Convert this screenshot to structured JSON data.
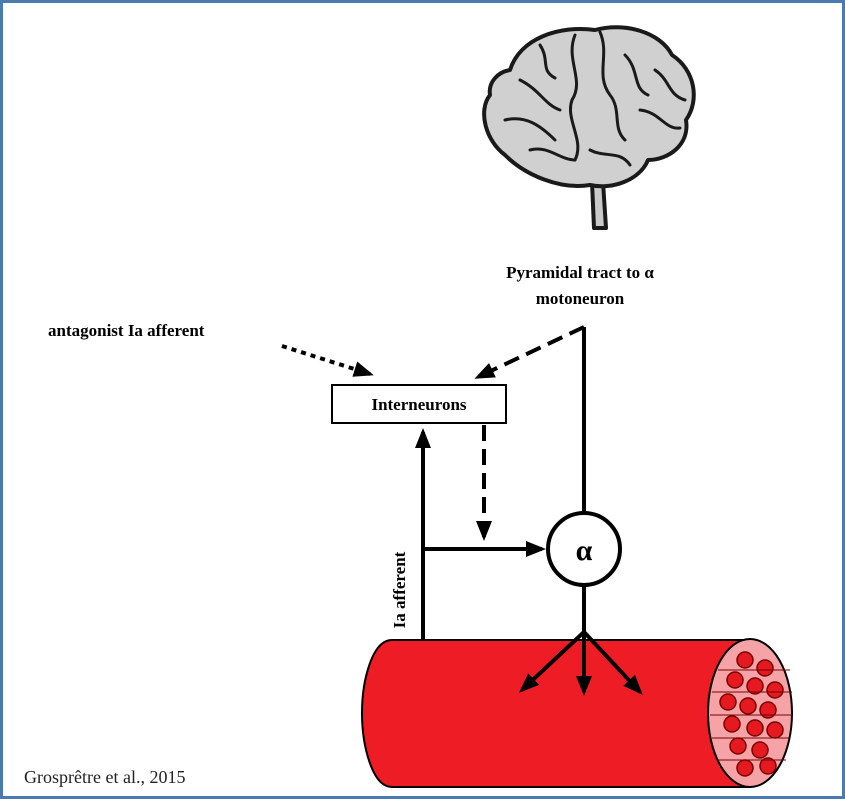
{
  "labels": {
    "pyramidal_line1": "Pyramidal tract to α",
    "pyramidal_line2": "motoneuron",
    "antagonist": "antagonist Ia afferent",
    "interneurons": "Interneurons",
    "ia_afferent": "Ia afferent",
    "alpha": "α",
    "citation": "Grosprêtre et al., 2015"
  },
  "colors": {
    "frame": "#4a7ab0",
    "muscle": "#ee1c24",
    "muscle_end": "#f6a3a7",
    "fiber": "#e51920",
    "ink": "#000000"
  },
  "icons": {
    "brain": "brain-icon",
    "muscle": "muscle-cylinder-icon"
  }
}
